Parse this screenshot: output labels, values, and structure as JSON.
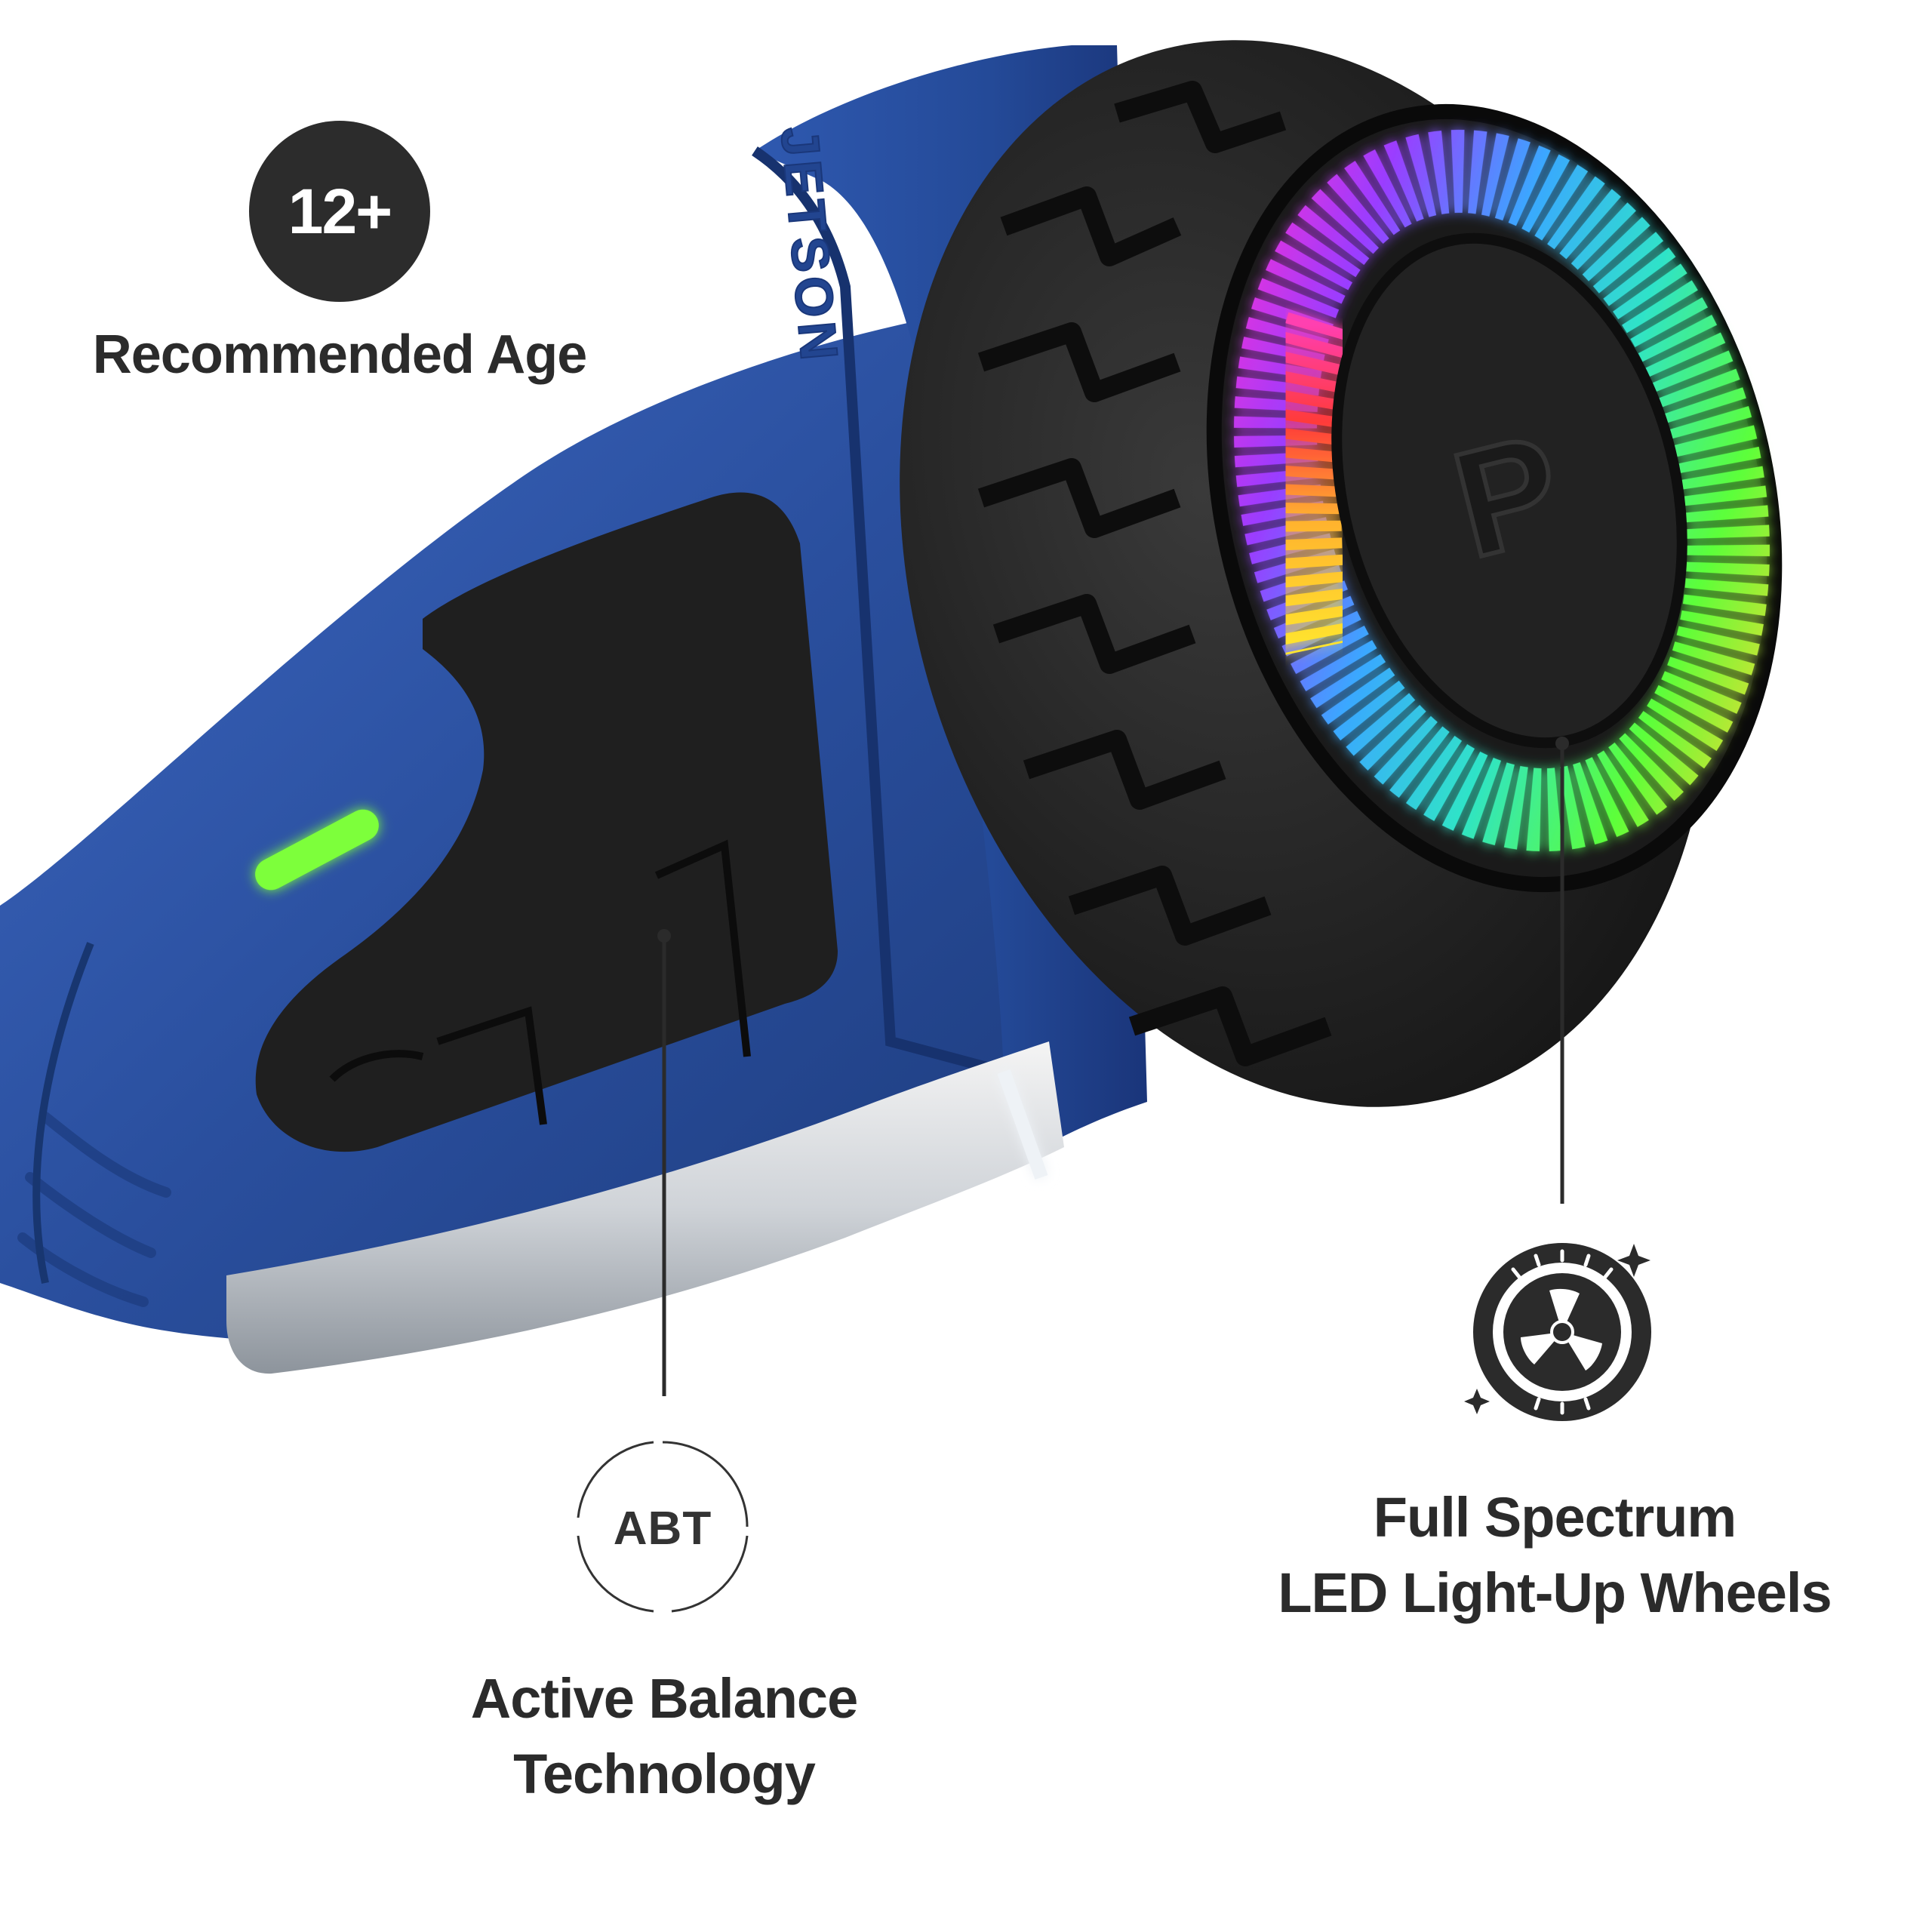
{
  "age_badge": {
    "value": "12+",
    "caption": "Recommended Age"
  },
  "abt_feature": {
    "badge": "ABT",
    "caption_line1": "Active Balance",
    "caption_line2": "Technology"
  },
  "led_feature": {
    "caption_line1": "Full Spectrum",
    "caption_line2": "LED Light-Up Wheels"
  },
  "product": {
    "brand_embossed": "JETSON",
    "hub_logo": "P"
  },
  "colors": {
    "body_blue": "#2a4f9e",
    "tire_black": "#1e1e1e",
    "text_dark": "#2b2b2b",
    "badge_bg": "#2c2c2c",
    "led_green": "#7dff3a"
  }
}
